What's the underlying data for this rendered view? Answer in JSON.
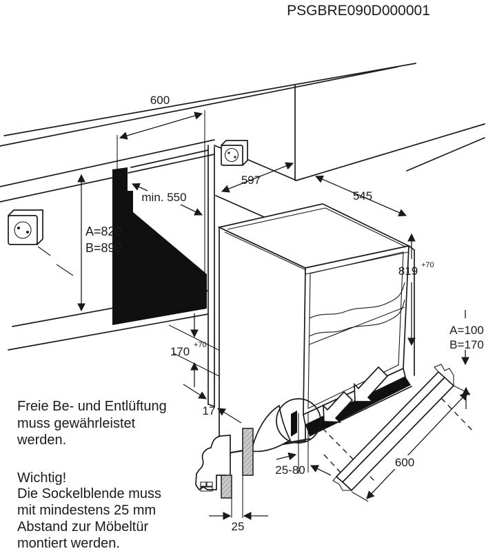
{
  "title": "PSGBRE090D000001",
  "labels": {
    "niche_width": "600",
    "min_depth": "min. 550",
    "width_597": "597",
    "depth_545": "545",
    "height_a": "A=820",
    "height_b": "B=890",
    "appliance_height": "819",
    "appliance_height_tol": "+70",
    "recess_height": "170",
    "recess_height_tol": "+70",
    "panel_thickness": "17",
    "plinth_height_a": "A=100",
    "plinth_height_b": "B=170",
    "recess_depth_range": "25-80",
    "plinth_length": "600",
    "plinth_gap": "25"
  },
  "notes": {
    "ventilation_line1": "Freie Be- und Entlüftung",
    "ventilation_line2": "muss gewährleistet",
    "ventilation_line3": "werden.",
    "important_heading": "Wichtig!",
    "important_line1": "Die Sockelblende muss",
    "important_line2": "mit mindestens 25 mm",
    "important_line3": "Abstand zur Möbeltür",
    "important_line4": "montiert werden."
  },
  "colors": {
    "line": "#1a1a1a",
    "dark_fill": "#101010",
    "panel_fill": "#c9c9c9",
    "background": "#ffffff"
  }
}
